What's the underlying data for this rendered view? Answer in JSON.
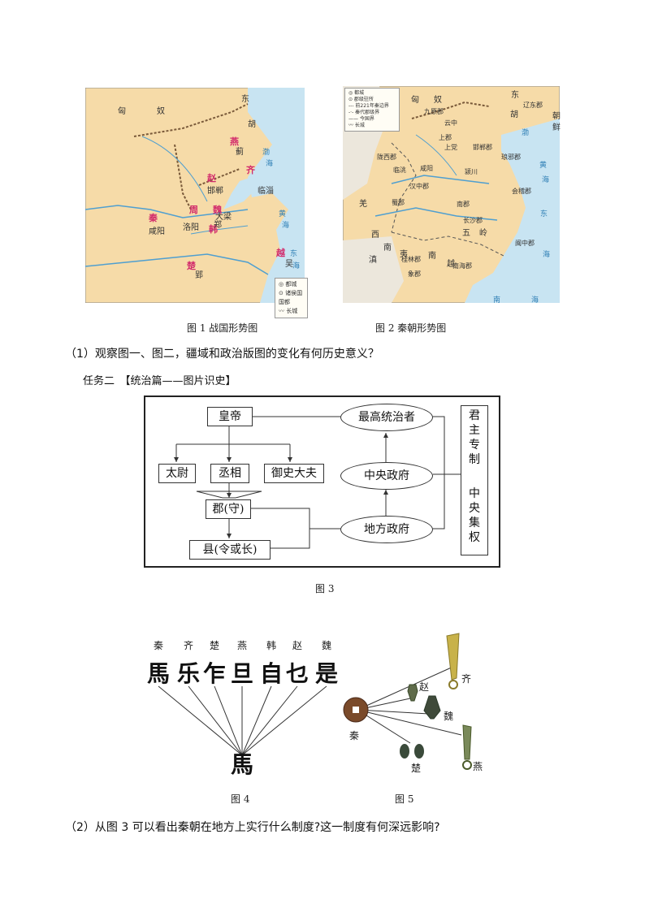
{
  "map1": {
    "labels": {
      "dong": "东",
      "hu": "胡",
      "xiongnu_xiong": "匈",
      "xiongnu_nu": "奴"
    },
    "states": {
      "yan": "燕",
      "zhao": "赵",
      "qin": "秦",
      "zhou": "周",
      "han": "韩",
      "wei": "魏",
      "qi": "齐",
      "chu": "楚",
      "yue": "越"
    },
    "cities": {
      "ji": "蓟",
      "handan": "邯郸",
      "linzi": "临淄",
      "daliang": "大梁",
      "zheng": "郑",
      "luoyang": "洛阳",
      "xianyang": "咸阳",
      "ying": "郢",
      "wu": "吴"
    },
    "seas": {
      "bo": "渤",
      "hai1": "海",
      "dong": "东",
      "hai2": "海",
      "huang": "黄",
      "hai3": "海"
    },
    "legend": [
      "◎ 都城",
      "⊙ 诸侯国国都",
      "〰 长城"
    ]
  },
  "map2": {
    "labels": {
      "dong": "东",
      "hu": "胡",
      "xiong": "匈",
      "nu": "奴",
      "chao": "朝",
      "xian": "鲜",
      "qiang": "羌",
      "xi": "西",
      "nan1": "南",
      "dian": "滇",
      "yi": "夷",
      "nan2": "南",
      "yue": "越",
      "wu": "五",
      "ling": "岭"
    },
    "cities": {
      "jiuyuan": "九原郡",
      "yunzhong": "云中",
      "shanggu": "上郡",
      "longxi": "陇西郡",
      "xianyang": "咸阳",
      "lintao": "临洮",
      "hanzhong": "汉中郡",
      "shu": "蜀郡",
      "nanjun": "南郡",
      "changsha": "长沙郡",
      "kuaiji": "会稽郡",
      "minzhong": "闽中郡",
      "guilin": "桂林郡",
      "nanhai": "南海郡",
      "xiang": "象郡",
      "liaodong": "辽东郡",
      "shangdang": "上党",
      "handan": "邯郸郡",
      "langya": "琅邪郡",
      "yingchuan": "颍川"
    },
    "seas": {
      "bo": "渤",
      "huang": "黄",
      "hai1": "海",
      "dong": "东",
      "hai2": "海",
      "nan": "南",
      "hai3": "海"
    },
    "legend": [
      "◎ 都城",
      "⊙ 郡级驻所",
      "--- 前221年秦边界",
      "-·- 秦代郡级界",
      "—— 今国界",
      "〰 长城"
    ]
  },
  "captions": {
    "fig1": "图 1  战国形势图",
    "fig2": "图 2  秦朝形势图",
    "fig3": "图 3",
    "fig4": "图 4",
    "fig5": "图 5"
  },
  "question1": "（1）观察图一、图二，疆域和政治版图的变化有何历史意义？",
  "task2": "任务二　【统治篇——图片识史】",
  "diagram": {
    "emperor": "皇帝",
    "taiwei": "太尉",
    "chengxiang": "丞相",
    "yushi": "御史大夫",
    "jun": "郡(守)",
    "xian": "县(令或长)",
    "supreme": "最高统治者",
    "central": "中央政府",
    "local": "地方政府",
    "autocracy": [
      "君",
      "主",
      "专",
      "制"
    ],
    "centralization": [
      "中",
      "央",
      "集",
      "权"
    ]
  },
  "fig4": {
    "states": [
      "秦",
      "齐",
      "楚",
      "燕",
      "韩",
      "赵",
      "魏"
    ],
    "glyphs": [
      "馬",
      "乐",
      "乍",
      "旦",
      "自",
      "乜",
      "是"
    ],
    "unified": "馬"
  },
  "fig5": {
    "qin": "秦",
    "qi": "齐",
    "zhao": "赵",
    "wei": "魏",
    "chu": "楚",
    "yan": "燕"
  },
  "question2": "（2）从图 3 可以看出秦朝在地方上实行什么制度?这一制度有何深远影响?"
}
